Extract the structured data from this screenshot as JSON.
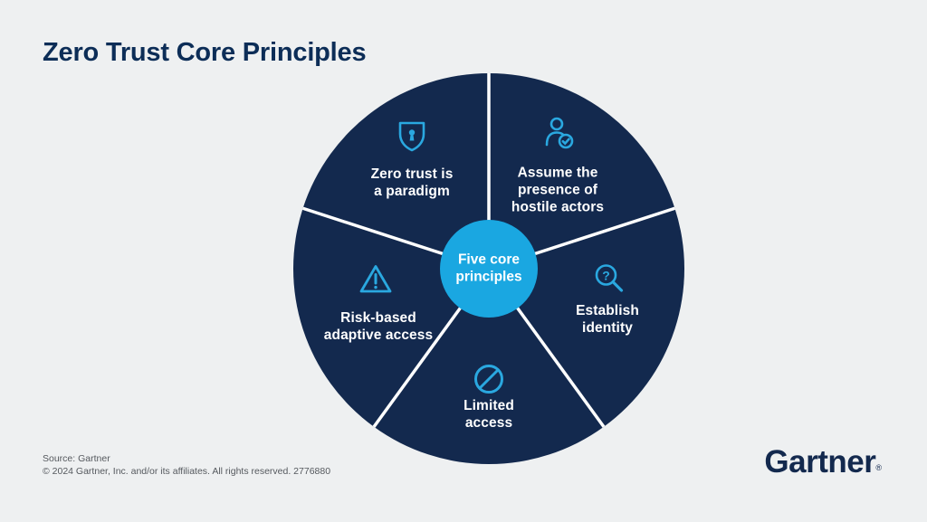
{
  "page": {
    "title": "Zero Trust Core Principles"
  },
  "colors": {
    "background": "#eef0f1",
    "navy": "#13294e",
    "title_navy": "#0c2d57",
    "center_blue": "#1aa7e1",
    "icon_blue": "#2aa8e0",
    "label_white": "#ffffff",
    "divider_white": "#ffffff",
    "footer_gray": "#55595e"
  },
  "diagram": {
    "center": {
      "label": "Five core\nprinciples"
    },
    "segments": [
      {
        "id": "zero-trust-paradigm",
        "icon": "shield-lock-icon",
        "label": "Zero trust is\na paradigm"
      },
      {
        "id": "hostile-actors",
        "icon": "person-check-icon",
        "label": "Assume the\npresence of\nhostile actors"
      },
      {
        "id": "establish-identity",
        "icon": "magnifier-question-icon",
        "label": "Establish\nidentity"
      },
      {
        "id": "limited-access",
        "icon": "no-entry-icon",
        "label": "Limited\naccess"
      },
      {
        "id": "risk-based-adaptive-access",
        "icon": "warning-triangle-icon",
        "label": "Risk-based\nadaptive access"
      }
    ]
  },
  "icons": {
    "question_glyph": "?"
  },
  "footer": {
    "source": "Source: Gartner",
    "copyright": "© 2024 Gartner, Inc. and/or its affiliates. All rights reserved. 2776880",
    "logo": "Gartner",
    "registered": "®"
  }
}
